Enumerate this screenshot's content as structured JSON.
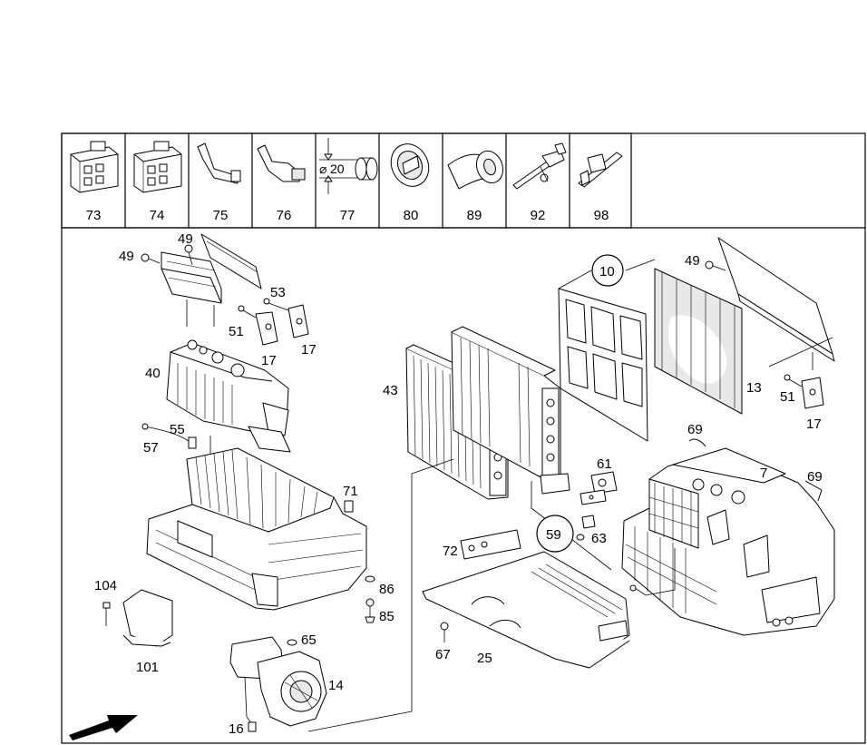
{
  "legend_cells": [
    {
      "label": "73",
      "icon": "connector-housing-icon"
    },
    {
      "label": "74",
      "icon": "connector-housing-icon"
    },
    {
      "label": "75",
      "icon": "terminal-pin-icon"
    },
    {
      "label": "76",
      "icon": "terminal-socket-icon"
    },
    {
      "label": "77",
      "icon": "hose-sleeve-icon"
    },
    {
      "label": "80",
      "icon": "grommet-icon"
    },
    {
      "label": "89",
      "icon": "tape-roll-icon"
    },
    {
      "label": "92",
      "icon": "cable-tie-clip-icon"
    },
    {
      "label": "98",
      "icon": "cable-tie-icon"
    }
  ],
  "legend_dimension": "20",
  "callouts": {
    "c49a": "49",
    "c49b": "49",
    "c49c": "49",
    "c53": "53",
    "c51a": "51",
    "c51b": "51",
    "c17a": "17",
    "c17b": "17",
    "c17c": "17",
    "c40": "40",
    "c55": "55",
    "c57": "57",
    "c71": "71",
    "c86": "86",
    "c85": "85",
    "c104": "104",
    "c101": "101",
    "c65": "65",
    "c14": "14",
    "c16": "16",
    "c43": "43",
    "c10": "10",
    "c13": "13",
    "c61": "61",
    "c59": "59",
    "c63": "63",
    "c72": "72",
    "c67": "67",
    "c25": "25",
    "c69a": "69",
    "c69b": "69",
    "c7": "7"
  }
}
